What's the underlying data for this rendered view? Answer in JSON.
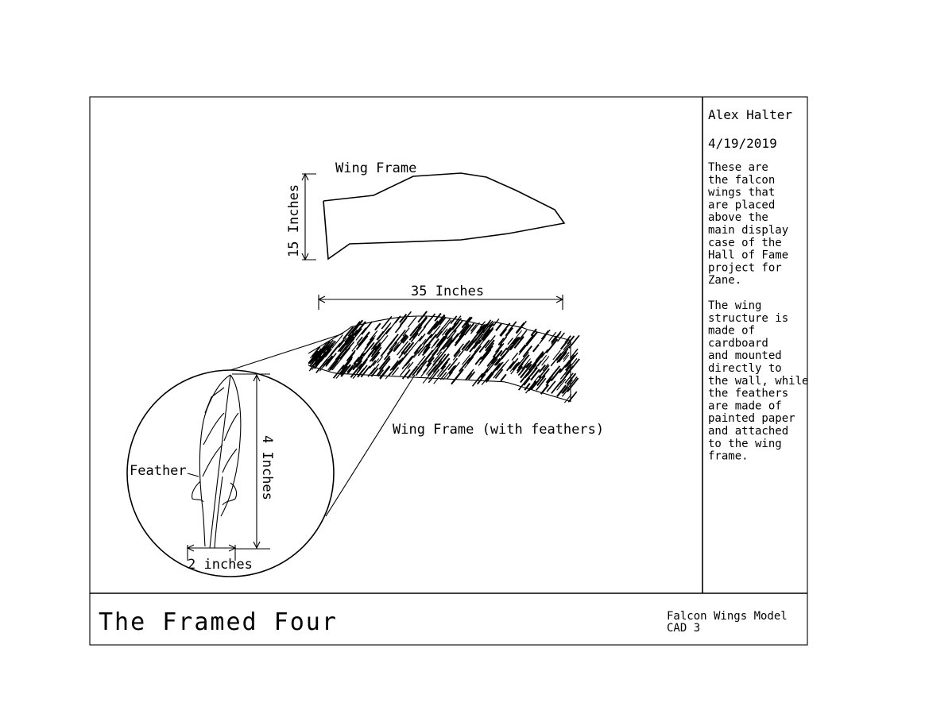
{
  "sidebar": {
    "author": "Alex Halter",
    "date": "4/19/2019",
    "description_lines": [
      "These are",
      "the falcon",
      "wings that",
      "are placed",
      "above the",
      "main display",
      "case of the",
      "Hall of Fame",
      "project for",
      "Zane."
    ],
    "materials_lines": [
      "The wing",
      "structure is",
      "made of",
      "cardboard",
      "and mounted",
      "directly to",
      "the wall, while",
      "the feathers",
      "are made of",
      "painted paper",
      "and attached",
      "to the wing",
      "frame."
    ]
  },
  "drawing": {
    "wing_frame_label": "Wing Frame",
    "height_dim": "15 Inches",
    "width_dim": "35 Inches",
    "feathered_label": "Wing Frame (with feathers)",
    "feather_label": "Feather",
    "feather_length_dim": "4 Inches",
    "feather_width_dim": "2 inches"
  },
  "title_block": {
    "project_title": "The Framed Four",
    "sheet_name": "Falcon Wings Model",
    "sheet_number": "CAD 3"
  }
}
